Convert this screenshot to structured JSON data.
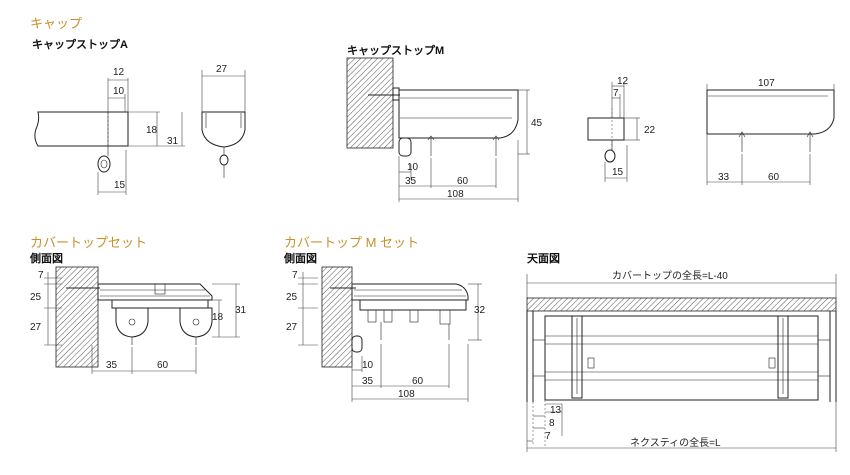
{
  "sections": {
    "cap": "キャップ",
    "cap_stop_a": "キャップストップA",
    "cap_stop_m": "キャップストップM",
    "cover_top_set": "カバートップセット",
    "cover_top_m_set": "カバートップ M セット",
    "side_view_1": "側面図",
    "side_view_2": "側面図",
    "top_view": "天面図"
  },
  "dims": {
    "a": {
      "w12": "12",
      "w10": "10",
      "h18": "18",
      "h31": "31",
      "w15": "15",
      "w27": "27"
    },
    "m": {
      "h45": "45",
      "w10": "10",
      "w35": "35",
      "w60": "60",
      "w108": "108"
    },
    "s": {
      "w12": "12",
      "w7": "7",
      "h22": "22",
      "w15": "15",
      "w107": "107",
      "w33": "33",
      "w60": "60"
    },
    "c1": {
      "h7": "7",
      "h25": "25",
      "h27": "27",
      "h31": "31",
      "h18": "18",
      "w35": "35",
      "w60": "60"
    },
    "c2": {
      "h7": "7",
      "h25": "25",
      "h27": "27",
      "h32": "32",
      "w10": "10",
      "w35": "35",
      "w60": "60",
      "w108": "108"
    },
    "top": {
      "label_cover": "カバートップの全長=L-40",
      "w13": "13",
      "w8": "8",
      "w7": "7",
      "label_necktie": "ネクスティの全長=L"
    }
  }
}
